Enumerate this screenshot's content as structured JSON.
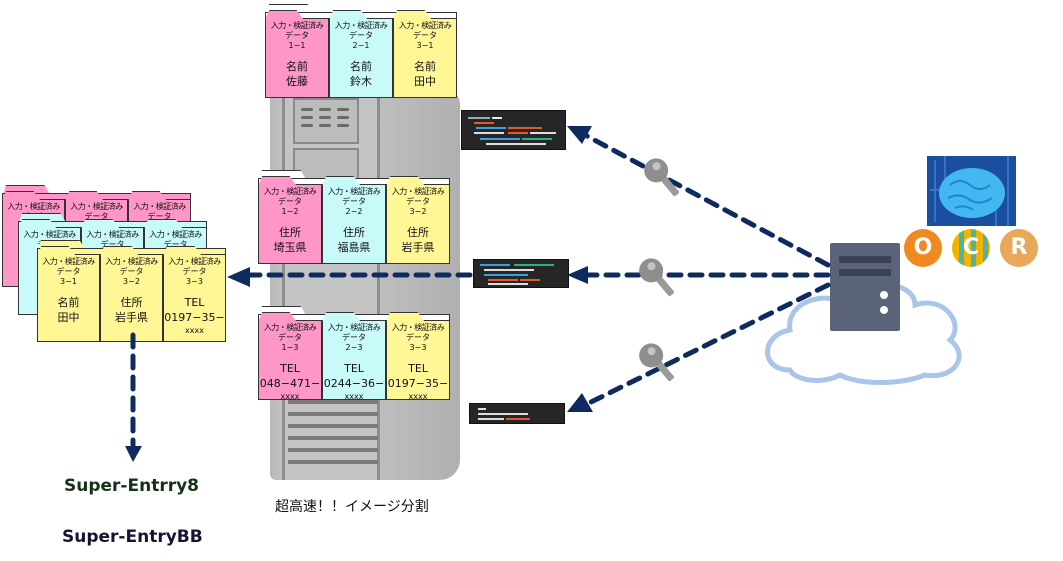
{
  "diagram": {
    "caption": "超高速！！イメージ分割",
    "products": [
      "Super-Entrry8",
      "Super-EntryBB"
    ],
    "card_header": "入力・検証済み",
    "card_header2": "データ",
    "server_groups": [
      {
        "name": "name-group",
        "cards": [
          {
            "color": "pink",
            "id": "1−1",
            "label": "名前",
            "value": "佐藤"
          },
          {
            "color": "cyan",
            "id": "2−1",
            "label": "名前",
            "value": "鈴木"
          },
          {
            "color": "yellow",
            "id": "3−1",
            "label": "名前",
            "value": "田中"
          }
        ]
      },
      {
        "name": "address-group",
        "cards": [
          {
            "color": "pink",
            "id": "1−2",
            "label": "住所",
            "value": "埼玉県"
          },
          {
            "color": "cyan",
            "id": "2−2",
            "label": "住所",
            "value": "福島県"
          },
          {
            "color": "yellow",
            "id": "3−2",
            "label": "住所",
            "value": "岩手県"
          }
        ]
      },
      {
        "name": "tel-group",
        "cards": [
          {
            "color": "pink",
            "id": "1−3",
            "label": "TEL",
            "value": "048−471−",
            "extra": "xxxx"
          },
          {
            "color": "cyan",
            "id": "2−3",
            "label": "TEL",
            "value": "0244−36−",
            "extra": "xxxx"
          },
          {
            "color": "yellow",
            "id": "3−3",
            "label": "TEL",
            "value": "0197−35−",
            "extra": "xxxx"
          }
        ]
      }
    ],
    "merged_record": {
      "cards": [
        {
          "color": "yellow",
          "id": "3−1",
          "label": "名前",
          "value": "田中"
        },
        {
          "color": "yellow",
          "id": "3−2",
          "label": "住所",
          "value": "岩手県"
        },
        {
          "color": "yellow",
          "id": "3−3",
          "label": "TEL",
          "value": "0197−35−",
          "extra": "xxxx"
        }
      ]
    },
    "ocr_letters": [
      "O",
      "C",
      "R"
    ],
    "colors": {
      "arrow": "#0f2a5f",
      "pink": "#ff96c8",
      "cyan": "#c8fafa",
      "yellow": "#fff796",
      "server": "#5a6378",
      "cloud_outline": "#a9c6ea",
      "brain_bg": "#1a4fa0",
      "ocr_o": "#f08a1e",
      "ocr_c": "#f2b400",
      "ocr_r": "#e8a85a"
    }
  }
}
